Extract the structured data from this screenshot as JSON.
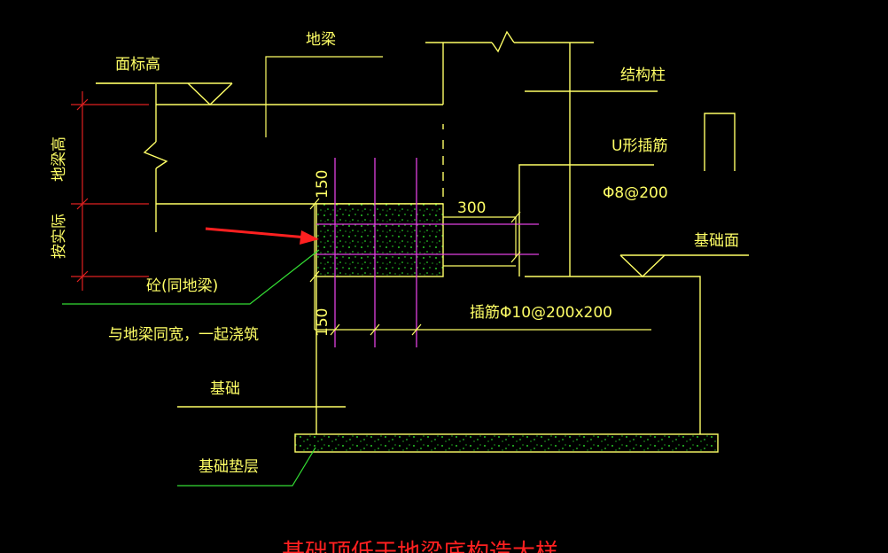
{
  "labels": {
    "dijiang": "地梁",
    "mianbiaogao": "面标高",
    "jiegouzhu": "结构柱",
    "u_chajin": "U形插筋",
    "phi8": "Φ8@200",
    "jichumian": "基础面",
    "dim_300": "300",
    "dim_150_top": "150",
    "dim_150_bot": "150",
    "dijianggao": "地梁高",
    "anshiji": "按实际",
    "tong": "砼(同地梁)",
    "tong_kuan": "与地梁同宽，一起浇筑",
    "chajin": "插筋Φ10@200x200",
    "jichu": "基础",
    "jichu_dianceng": "基础垫层",
    "title": "基础顶低于地梁底构造大样"
  },
  "colors": {
    "line": "#ffff66",
    "rebar": "#e040e0",
    "dim_red": "#e02020",
    "arrow": "#ff2020",
    "leader": "#33dd33",
    "concrete_dots": "#33ff33"
  }
}
